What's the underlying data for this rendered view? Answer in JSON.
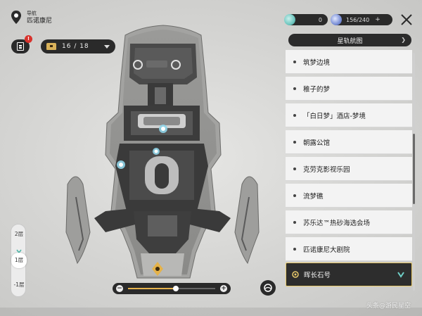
{
  "header": {
    "title": "导航",
    "location": "匹诺康尼"
  },
  "guide": {
    "badge": "!"
  },
  "chest": {
    "value": "16 / 18"
  },
  "currency": {
    "first": {
      "value": "0",
      "color": "#6fc7c0"
    },
    "second": {
      "value": "156/240",
      "color": "#7a8fd6"
    }
  },
  "star_map": {
    "label": "星轨航图"
  },
  "locations": [
    {
      "label": "筑梦边境"
    },
    {
      "label": "稚子的梦"
    },
    {
      "label": "「白日梦」酒店-梦境"
    },
    {
      "label": "朝露公馆"
    },
    {
      "label": "克劳克影视乐园"
    },
    {
      "label": "流梦礁"
    },
    {
      "label": "苏乐达™热砂海选会场"
    },
    {
      "label": "匹诺康尼大剧院"
    },
    {
      "label": "晖长石号",
      "active": true
    }
  ],
  "floors": [
    {
      "label": "2层"
    },
    {
      "label": "1层",
      "active": true
    },
    {
      "label": "-1层"
    }
  ],
  "zoom": {
    "level": 0.55
  },
  "watermark": "头条@游民星空",
  "colors": {
    "accent": "#e7b34c",
    "active_border": "#e8c96a"
  }
}
